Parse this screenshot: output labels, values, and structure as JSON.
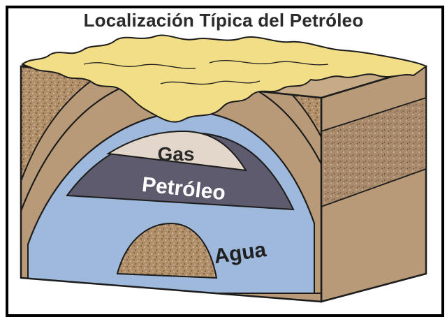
{
  "diagram": {
    "title": "Localización Típica del Petróleo",
    "layers": {
      "gas": "Gas",
      "oil": "Petróleo",
      "water": "Agua"
    },
    "colors": {
      "surface": "#f2de86",
      "rock_light": "#b89a78",
      "rock_dark": "#a98b6c",
      "gravel": "#b08f6a",
      "gas": "#e2d7ca",
      "oil": "#5e5b6e",
      "water": "#9fb9dc",
      "outline": "#1c1c1c"
    }
  }
}
